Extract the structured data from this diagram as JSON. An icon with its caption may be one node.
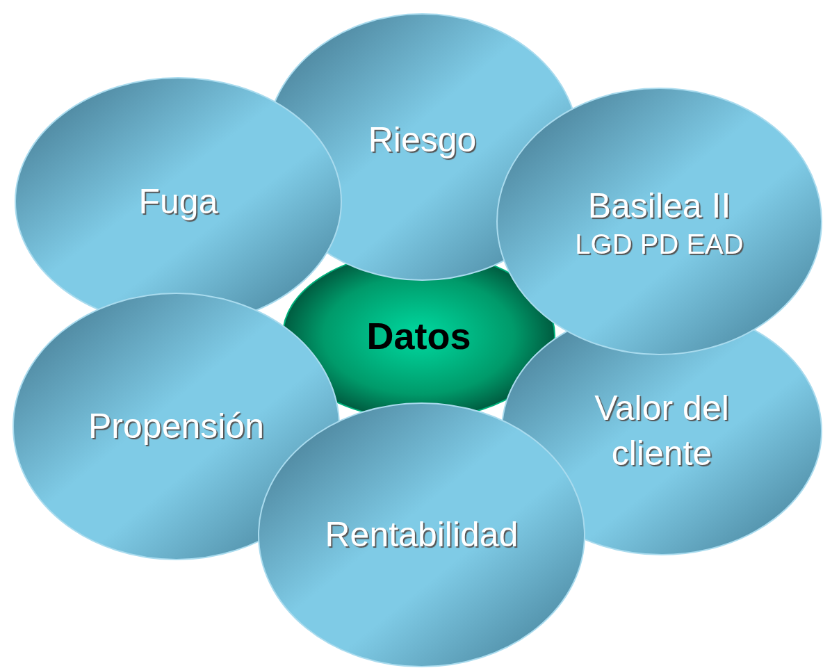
{
  "diagram": {
    "nodes": [
      {
        "text": [
          "Riesgo"
        ]
      },
      {
        "text": [
          "Fuga"
        ]
      },
      {
        "text": [
          "Basilea II",
          "LGD PD EAD"
        ]
      },
      {
        "text": [
          "Datos"
        ]
      },
      {
        "text": [
          "Propensión"
        ]
      },
      {
        "text": [
          "Valor del cliente"
        ]
      },
      {
        "text": [
          "Rentabilidad"
        ]
      }
    ]
  }
}
